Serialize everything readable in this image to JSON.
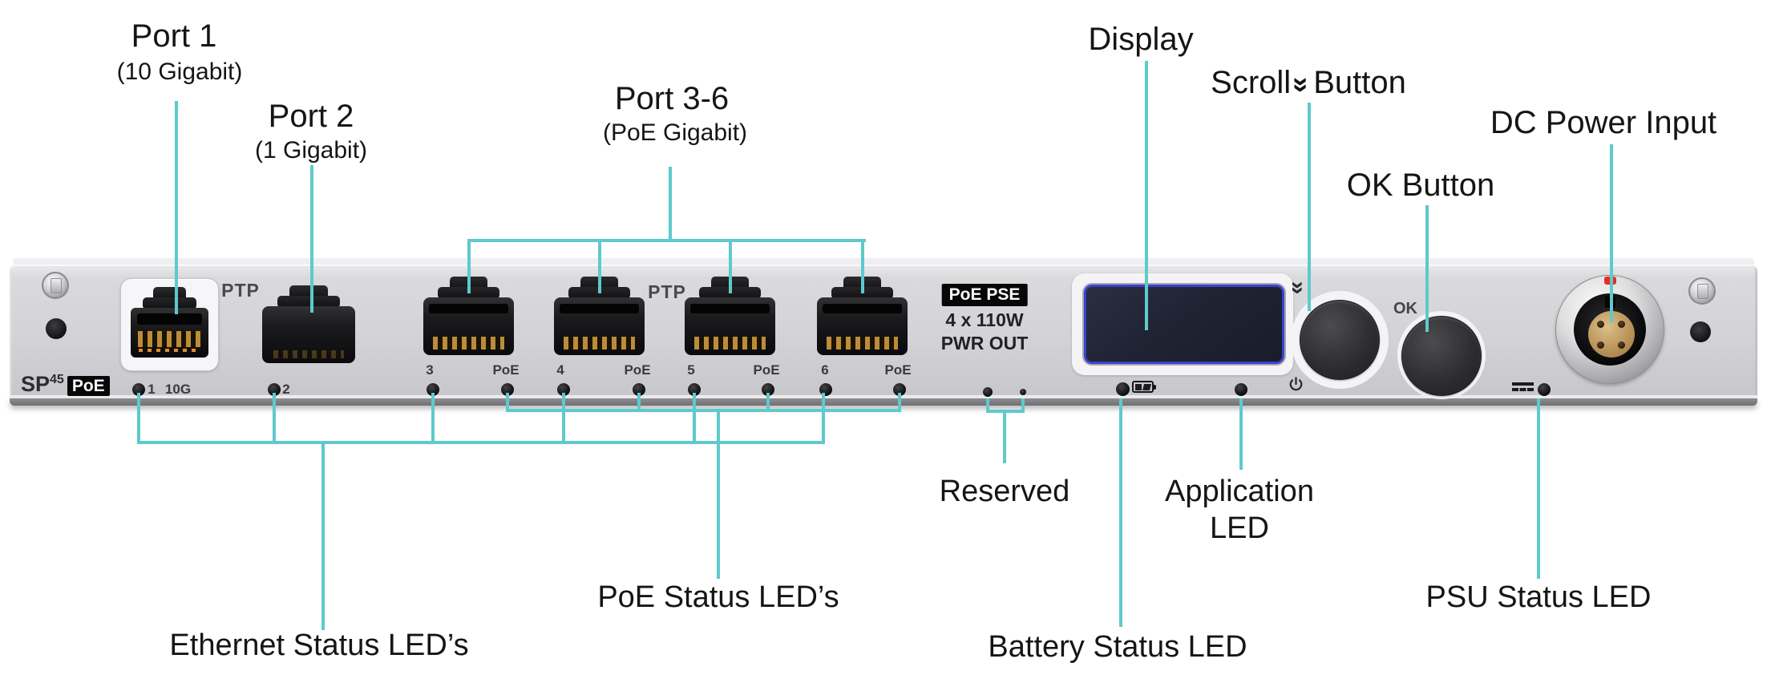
{
  "callout_color": "#5fc9cb",
  "display_border_color": "#3c40d0",
  "callouts": {
    "port1": {
      "title": "Port 1",
      "subtitle": "(10 Gigabit)"
    },
    "port2": {
      "title": "Port 2",
      "subtitle": "(1 Gigabit)"
    },
    "port36": {
      "title": "Port 3-6",
      "subtitle": "(PoE Gigabit)"
    },
    "display": "Display",
    "scroll_pre": "Scroll",
    "scroll_post": "Button",
    "chevron_glyph": "»",
    "ok": "OK Button",
    "dc_power": "DC Power Input",
    "reserved": "Reserved",
    "application_line1": "Application",
    "application_line2": "LED",
    "battery": "Battery Status LED",
    "psu": "PSU Status LED",
    "poe_status": "PoE Status LED’s",
    "ethernet_status": "Ethernet Status LED’s"
  },
  "device": {
    "logo": {
      "model": "SP",
      "sup": "45",
      "badge": "PoE"
    },
    "ptp1": "PTP",
    "ptp2": "PTP",
    "pse": {
      "badge": "PoE PSE",
      "line1": "4 x 110W",
      "line2": "PWR OUT"
    },
    "ok_label": "OK",
    "scroll_glyph": "»",
    "port1_num": "1",
    "port1_speed": "10G",
    "port2_num": "2",
    "ports36": [
      {
        "num": "3",
        "poe": "PoE"
      },
      {
        "num": "4",
        "poe": "PoE"
      },
      {
        "num": "5",
        "poe": "PoE"
      },
      {
        "num": "6",
        "poe": "PoE"
      }
    ]
  }
}
